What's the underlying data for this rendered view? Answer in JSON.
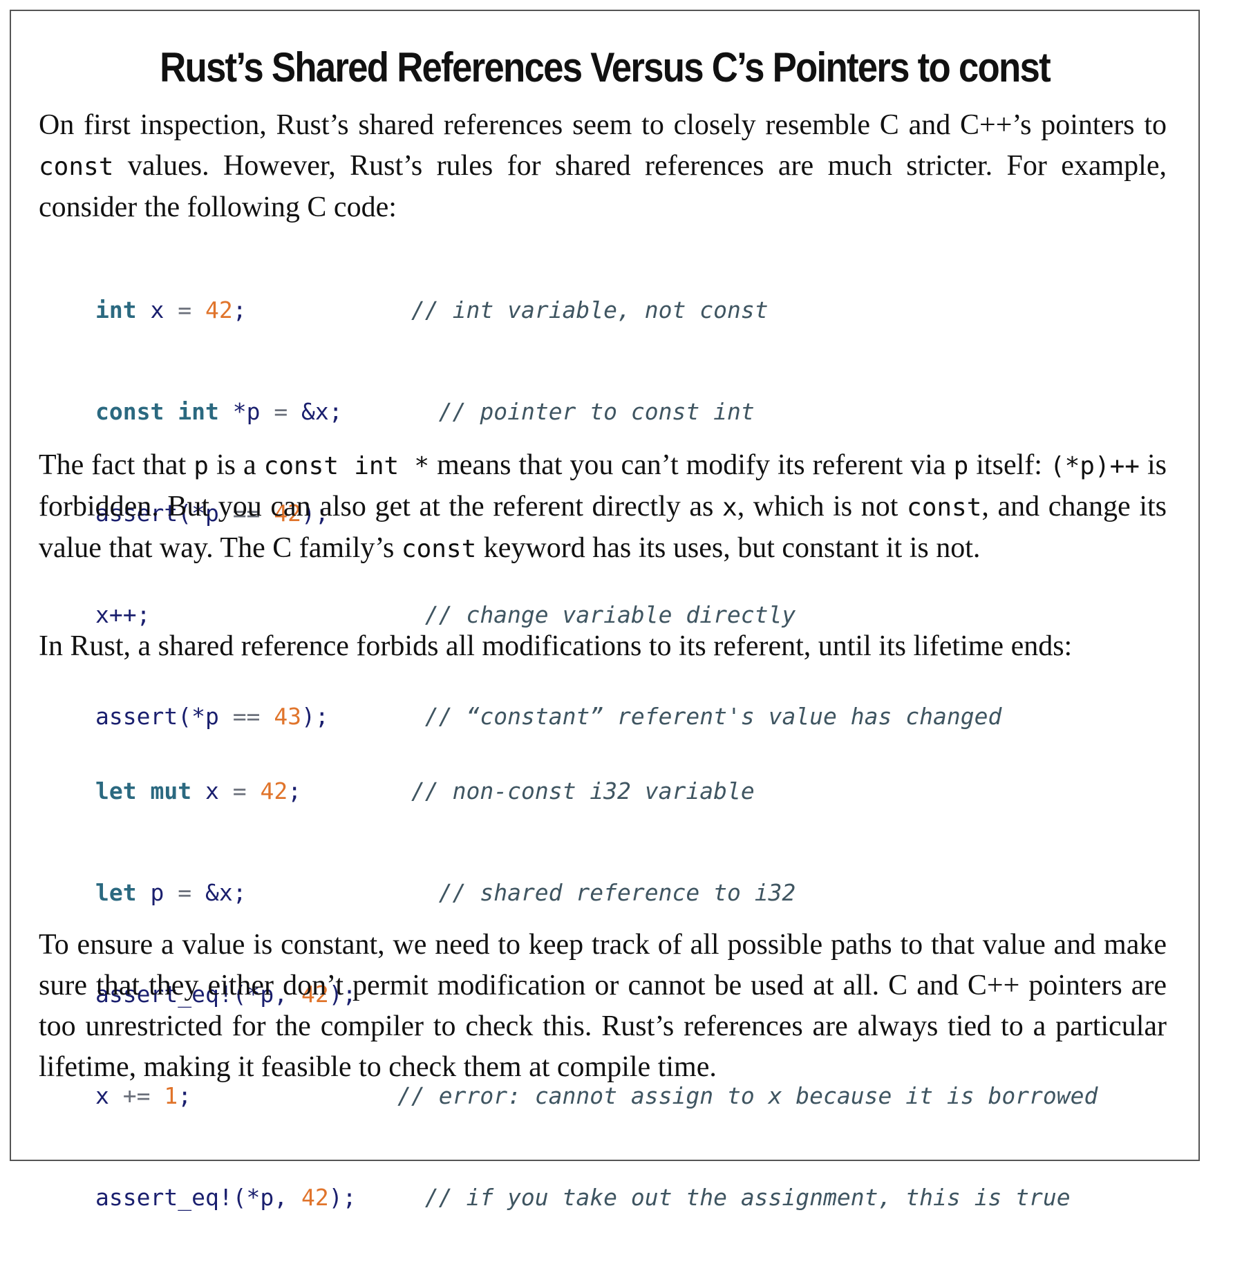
{
  "title": "Rust’s Shared References Versus C’s Pointers to const",
  "para1": {
    "t1": "On first inspection, Rust’s shared references seem to closely resemble C and C++’s pointers to ",
    "c1": "const",
    "t2": " values. However, Rust’s rules for shared references are much stricter. For example, consider the following C code:"
  },
  "code_c": {
    "l1": {
      "kw1": "int",
      "t1": " x ",
      "op1": "=",
      "t2": " ",
      "num1": "42",
      "t3": ";",
      "pad": "            ",
      "cm": "// int variable, not const"
    },
    "l2": {
      "kw1": "const",
      "t1": " ",
      "kw2": "int",
      "t2": " *p ",
      "op1": "=",
      "t3": " &x;",
      "pad": "       ",
      "cm": "// pointer to const int"
    },
    "l3": {
      "t1": "assert(*p ",
      "op1": "==",
      "t2": " ",
      "num1": "42",
      "t3": ");"
    },
    "l4": {
      "t1": "x++;",
      "pad": "                    ",
      "cm": "// change variable directly"
    },
    "l5": {
      "t1": "assert(*p ",
      "op1": "==",
      "t2": " ",
      "num1": "43",
      "t3": ");",
      "pad": "       ",
      "cm": "// “constant” referent's value has changed"
    }
  },
  "para2": {
    "t1": "The fact that ",
    "c1": "p",
    "t2": " is a ",
    "c2": "const int *",
    "t3": " means that you can’t modify its referent via ",
    "c3": "p",
    "t4": " itself: ",
    "c4": "(*p)++",
    "t5": " is forbidden. But you can also get at the referent directly as ",
    "c5": "x",
    "t6": ", which is not ",
    "c6": "const",
    "t7": ", and change its value that way. The C family’s ",
    "c7": "const",
    "t8": " keyword has its uses, but constant it is not."
  },
  "para3": "In Rust, a shared reference forbids all modifications to its referent, until its lifetime ends:",
  "code_rust": {
    "l1": {
      "kw1": "let",
      "t1": " ",
      "kw2": "mut",
      "t2": " x ",
      "op1": "=",
      "t3": " ",
      "num1": "42",
      "t4": ";",
      "pad": "        ",
      "cm": "// non-const i32 variable"
    },
    "l2": {
      "kw1": "let",
      "t1": " p ",
      "op1": "=",
      "t2": " &x;",
      "pad": "              ",
      "cm": "// shared reference to i32"
    },
    "l3": {
      "t1": "assert_eq!(*p, ",
      "num1": "42",
      "t2": ");"
    },
    "l4": {
      "t1": "x ",
      "op1": "+=",
      "t2": " ",
      "num1": "1",
      "t3": ";",
      "pad": "               ",
      "cm": "// error: cannot assign to x because it is borrowed"
    },
    "l5": {
      "t1": "assert_eq!(*p, ",
      "num1": "42",
      "t2": ");",
      "pad": "     ",
      "cm": "// if you take out the assignment, this is true"
    }
  },
  "para4": "To ensure a value is constant, we need to keep track of all possible paths to that value and make sure that they either don’t permit modification or cannot be used at all. C and C++ pointers are too unrestricted for the compiler to check this. Rust’s references are always tied to a particular lifetime, making it feasible to check them at compile time."
}
